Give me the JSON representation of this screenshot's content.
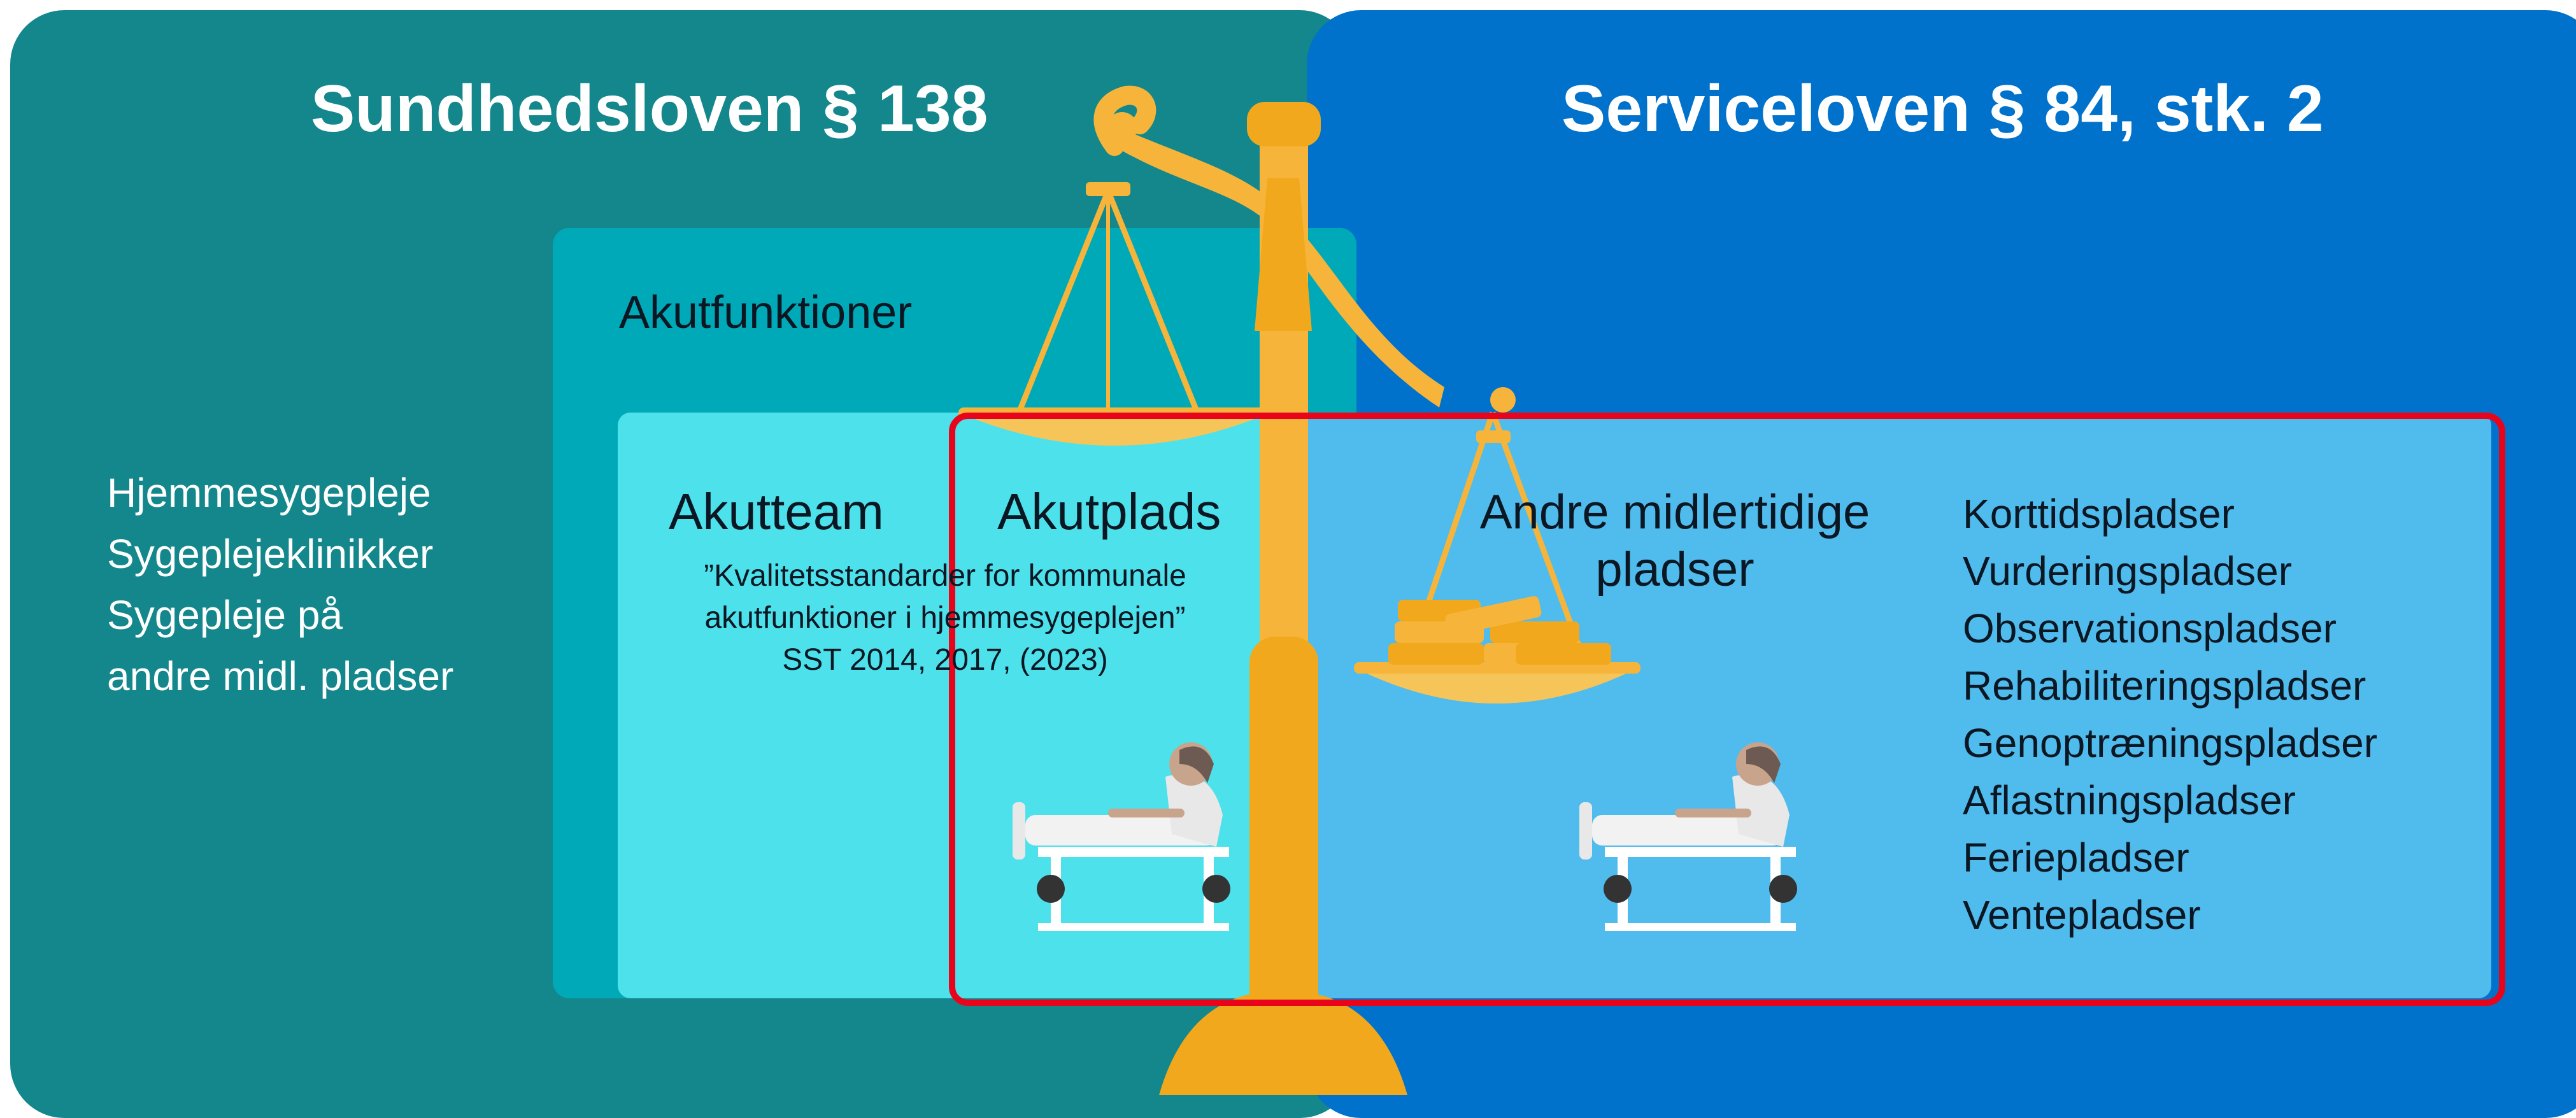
{
  "left_panel": {
    "title": "Sundhedsloven § 138",
    "items": [
      "Hjemmesygepleje",
      "Sygeplejeklinikker",
      "Sygepleje på",
      "andre midl. pladser"
    ]
  },
  "right_panel": {
    "title": "Serviceloven § 84, stk. 2"
  },
  "akut_box": {
    "title": "Akutfunktioner",
    "akutteam_label": "Akutteam",
    "akutplads_label": "Akutplads",
    "quote_lines": [
      "”Kvalitetsstandarder for kommunale",
      "akutfunktioner i hjemmesygeplejen”",
      "SST 2014, 2017, (2023)"
    ]
  },
  "andre_box": {
    "title_lines": [
      "Andre midlertidige",
      "pladser"
    ],
    "items": [
      "Korttidspladser",
      "Vurderingspladser",
      "Observationspladser",
      "Rehabiliteringspladser",
      "Genoptræningspladser",
      "Aflastningspladser",
      "Feriepladser",
      "Ventepladser"
    ]
  },
  "colors": {
    "left_panel": "#13878c",
    "right_panel": "#0072cc",
    "akut_box": "#00a9b8",
    "akutteam_box": "#4de1eb",
    "andre_box": "#50bbed",
    "highlight_frame": "#e8051c",
    "scale": "#f6b53a",
    "coins": "#f2a81d"
  }
}
